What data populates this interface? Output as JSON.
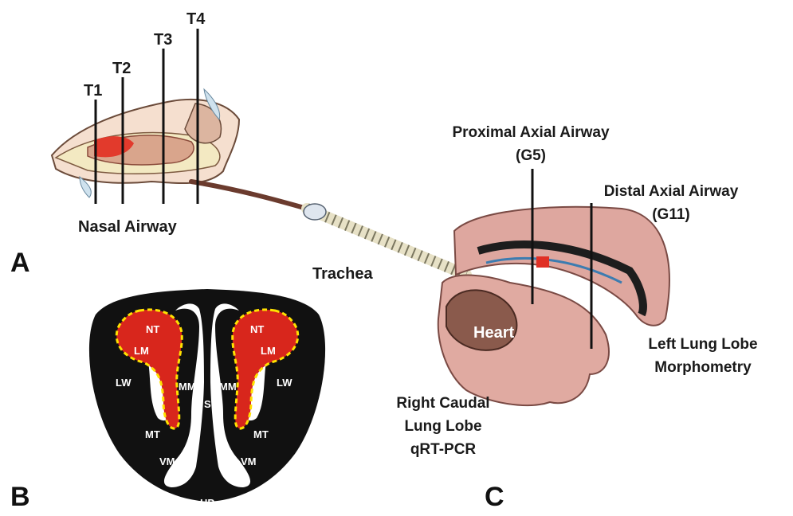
{
  "panels": {
    "a": "A",
    "b": "B",
    "c": "C"
  },
  "nasal": {
    "levels": [
      "T1",
      "T2",
      "T3",
      "T4"
    ],
    "title": "Nasal Airway"
  },
  "trachea_label": "Trachea",
  "heart_label": "Heart",
  "proximal": {
    "line1": "Proximal Axial Airway",
    "line2": "(G5)"
  },
  "distal": {
    "line1": "Distal Axial Airway",
    "line2": "(G11)"
  },
  "left_lobe": {
    "line1": "Left Lung Lobe",
    "line2": "Morphometry"
  },
  "right_lobe": {
    "line1": "Right Caudal",
    "line2": "Lung Lobe",
    "line3": "qRT-PCR"
  },
  "section_labels": {
    "nt_left": "NT",
    "nt_right": "NT",
    "lm_left": "LM",
    "lm_right": "LM",
    "lw_left": "LW",
    "lw_right": "LW",
    "mm_left": "MM",
    "mm_right": "MM",
    "septum": "S",
    "mt_left": "MT",
    "mt_right": "MT",
    "vm_left": "VM",
    "vm_right": "VM",
    "hp": "HP"
  },
  "colors": {
    "skin": "#f2d9c9",
    "bone": "#f4ecc8",
    "tissue_red": "#d8261c",
    "lung_pink": "#dea79f",
    "dashed_yellow": "#ffe100",
    "black": "#111111"
  }
}
